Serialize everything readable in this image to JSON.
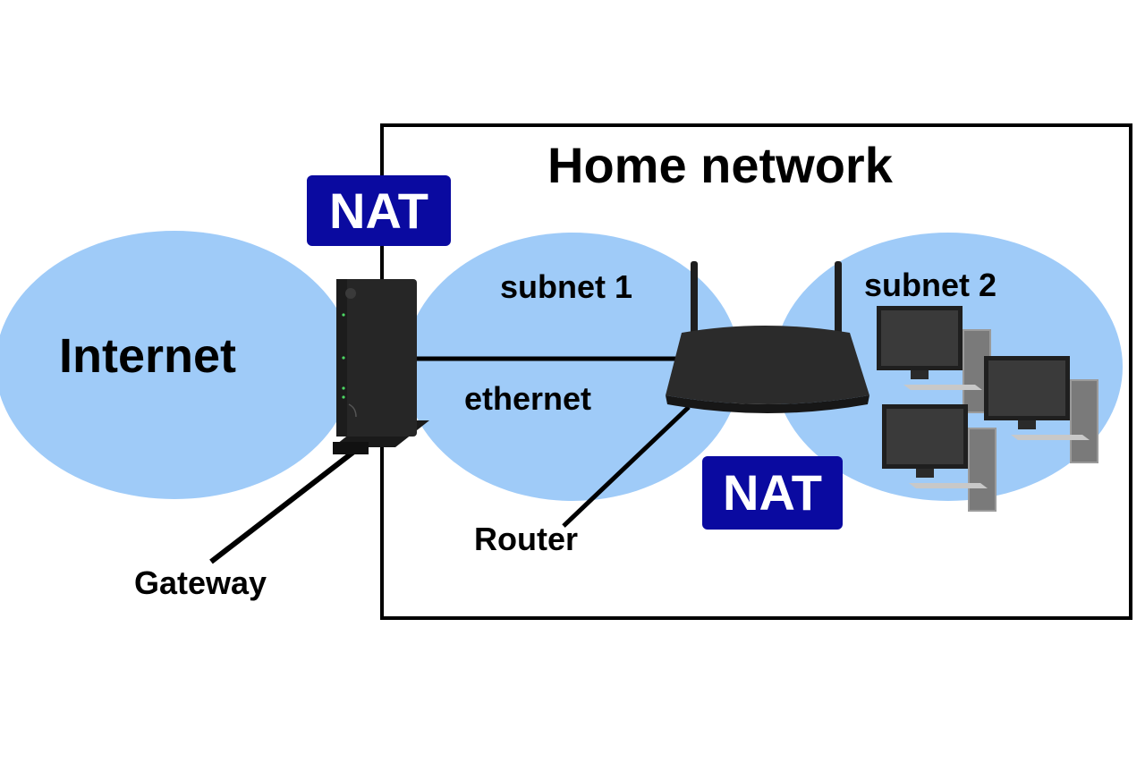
{
  "title": "Home network",
  "clouds": {
    "internet": "Internet",
    "subnet1": "subnet 1",
    "subnet2": "subnet 2"
  },
  "links": {
    "ethernet": "ethernet"
  },
  "devices": {
    "gateway": "Gateway",
    "router": "Router"
  },
  "badges": {
    "nat_gateway": "NAT",
    "nat_router": "NAT"
  },
  "colors": {
    "cloud": "#9fcbf8",
    "nat_badge": "#0a0aa0",
    "device_body": "#2a2a2a",
    "line": "#000000"
  }
}
